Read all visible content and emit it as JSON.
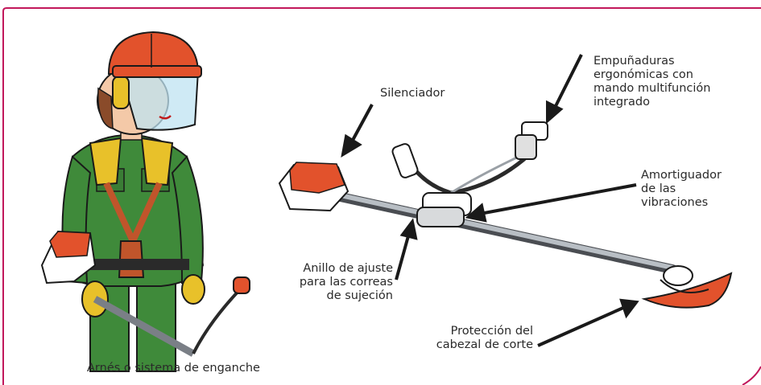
{
  "labels": {
    "silenciador": "Silenciador",
    "empunaduras": "Empuñaduras\nergonómicas con\nmando multifunción\nintegrado",
    "amortiguador": "Amortiguador\nde las\nvibraciones",
    "anillo": "Anillo de ajuste\npara las correas\nde sujeción",
    "proteccion": "Protección del\ncabezal de corte",
    "arnes": "Arnés o sistema de enganche"
  },
  "colors": {
    "frame": "#c2185b",
    "accent_orange": "#e2522c",
    "suit_green": "#3f8a3a",
    "harness_yellow": "#e8c12a",
    "metal_grey": "#9aa0a6"
  }
}
